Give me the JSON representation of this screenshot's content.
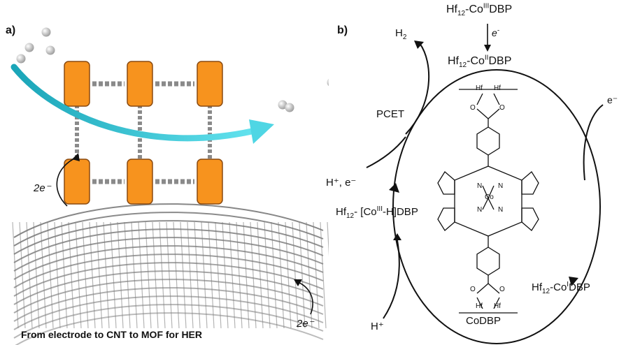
{
  "panel_a": {
    "label": "a)",
    "electron_top": "2e⁻",
    "electron_bottom": "2e⁻",
    "caption": "From electrode to CNT to MOF for HER"
  },
  "panel_b": {
    "label": "b)",
    "top_species_prefix": "Hf",
    "top_species_sub": "12",
    "top_species_mid": "-Co",
    "top_species_sup": "III",
    "top_species_suffix": "DBP",
    "e_top": "e",
    "e_top_sup": "-",
    "h2_main": "H",
    "h2_sub": "2",
    "co2_prefix": "Hf",
    "co2_sub": "12",
    "co2_mid": "-Co",
    "co2_sup": "II",
    "co2_suffix": "DBP",
    "pcet": "PCET",
    "e_right": "e⁻",
    "h_e": "H⁺, e⁻",
    "hydride_prefix": "Hf",
    "hydride_sub": "12",
    "hydride_mid": "- [Co",
    "hydride_sup": "III",
    "hydride_suffix": "-H]DBP",
    "co1_prefix": "Hf",
    "co1_sub": "12",
    "co1_mid": "-Co",
    "co1_sup": "I",
    "co1_suffix": "DBP",
    "h_plus": "H⁺",
    "codbp": "CoDBP",
    "hf_label": "Hf",
    "co_label": "Co",
    "n_label": "N",
    "o_label": "O"
  },
  "colors": {
    "cluster": "#f7931e",
    "arrow_cyan": "#3cc8d8",
    "nanotube": "#7a7a7a",
    "linker": "#8a8a8a"
  }
}
